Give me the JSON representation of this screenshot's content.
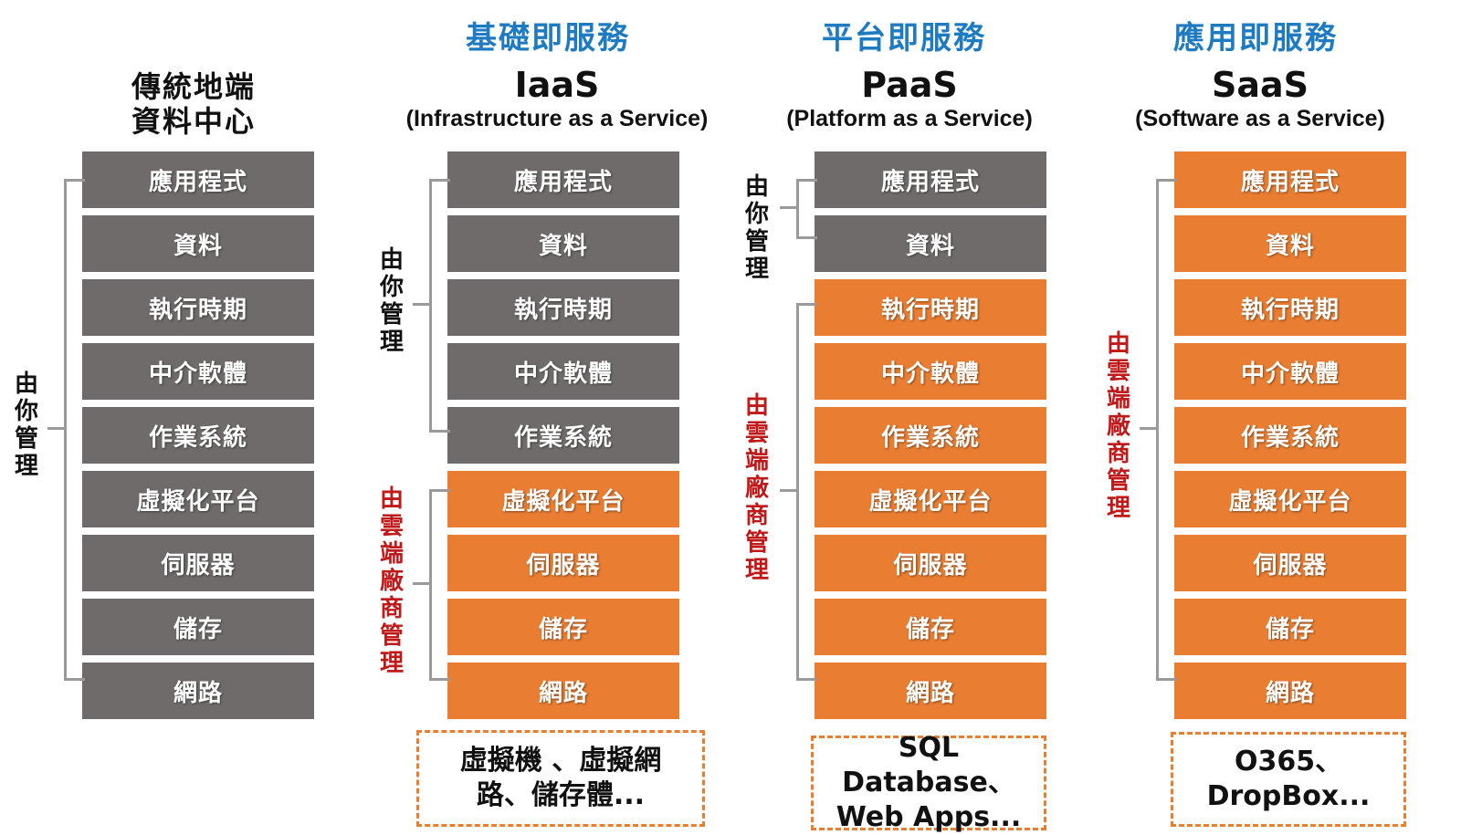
{
  "headings": {
    "iaas": "基礎即服務",
    "paas": "平台即服務",
    "saas": "應用即服務"
  },
  "columns": {
    "traditional": {
      "title_line1": "傳統地端",
      "title_line2": "資料中心"
    },
    "iaas": {
      "title": "IaaS",
      "subtitle": "(Infrastructure as a Service)"
    },
    "paas": {
      "title": "PaaS",
      "subtitle": "(Platform as a Service)"
    },
    "saas": {
      "title": "SaaS",
      "subtitle": "(Software as a Service)"
    }
  },
  "layers": [
    "應用程式",
    "資料",
    "執行時期",
    "中介軟體",
    "作業系統",
    "虛擬化平台",
    "伺服器",
    "儲存",
    "網路"
  ],
  "labels": {
    "managed_by_you": "由你管理",
    "managed_by_vendor": "由雲端廠商管理"
  },
  "notes": {
    "iaas": "虛擬機 、虛擬網\n路、儲存體...",
    "paas": "SQL Database、\nWeb Apps...",
    "saas": "O365、\nDropBox..."
  },
  "colors": {
    "heading": "#1f7bc1",
    "you_managed": "#6e6b6a",
    "vendor_managed": "#e97d31",
    "vendor_label": "#c0191a",
    "bracket": "#9a9a9a"
  }
}
